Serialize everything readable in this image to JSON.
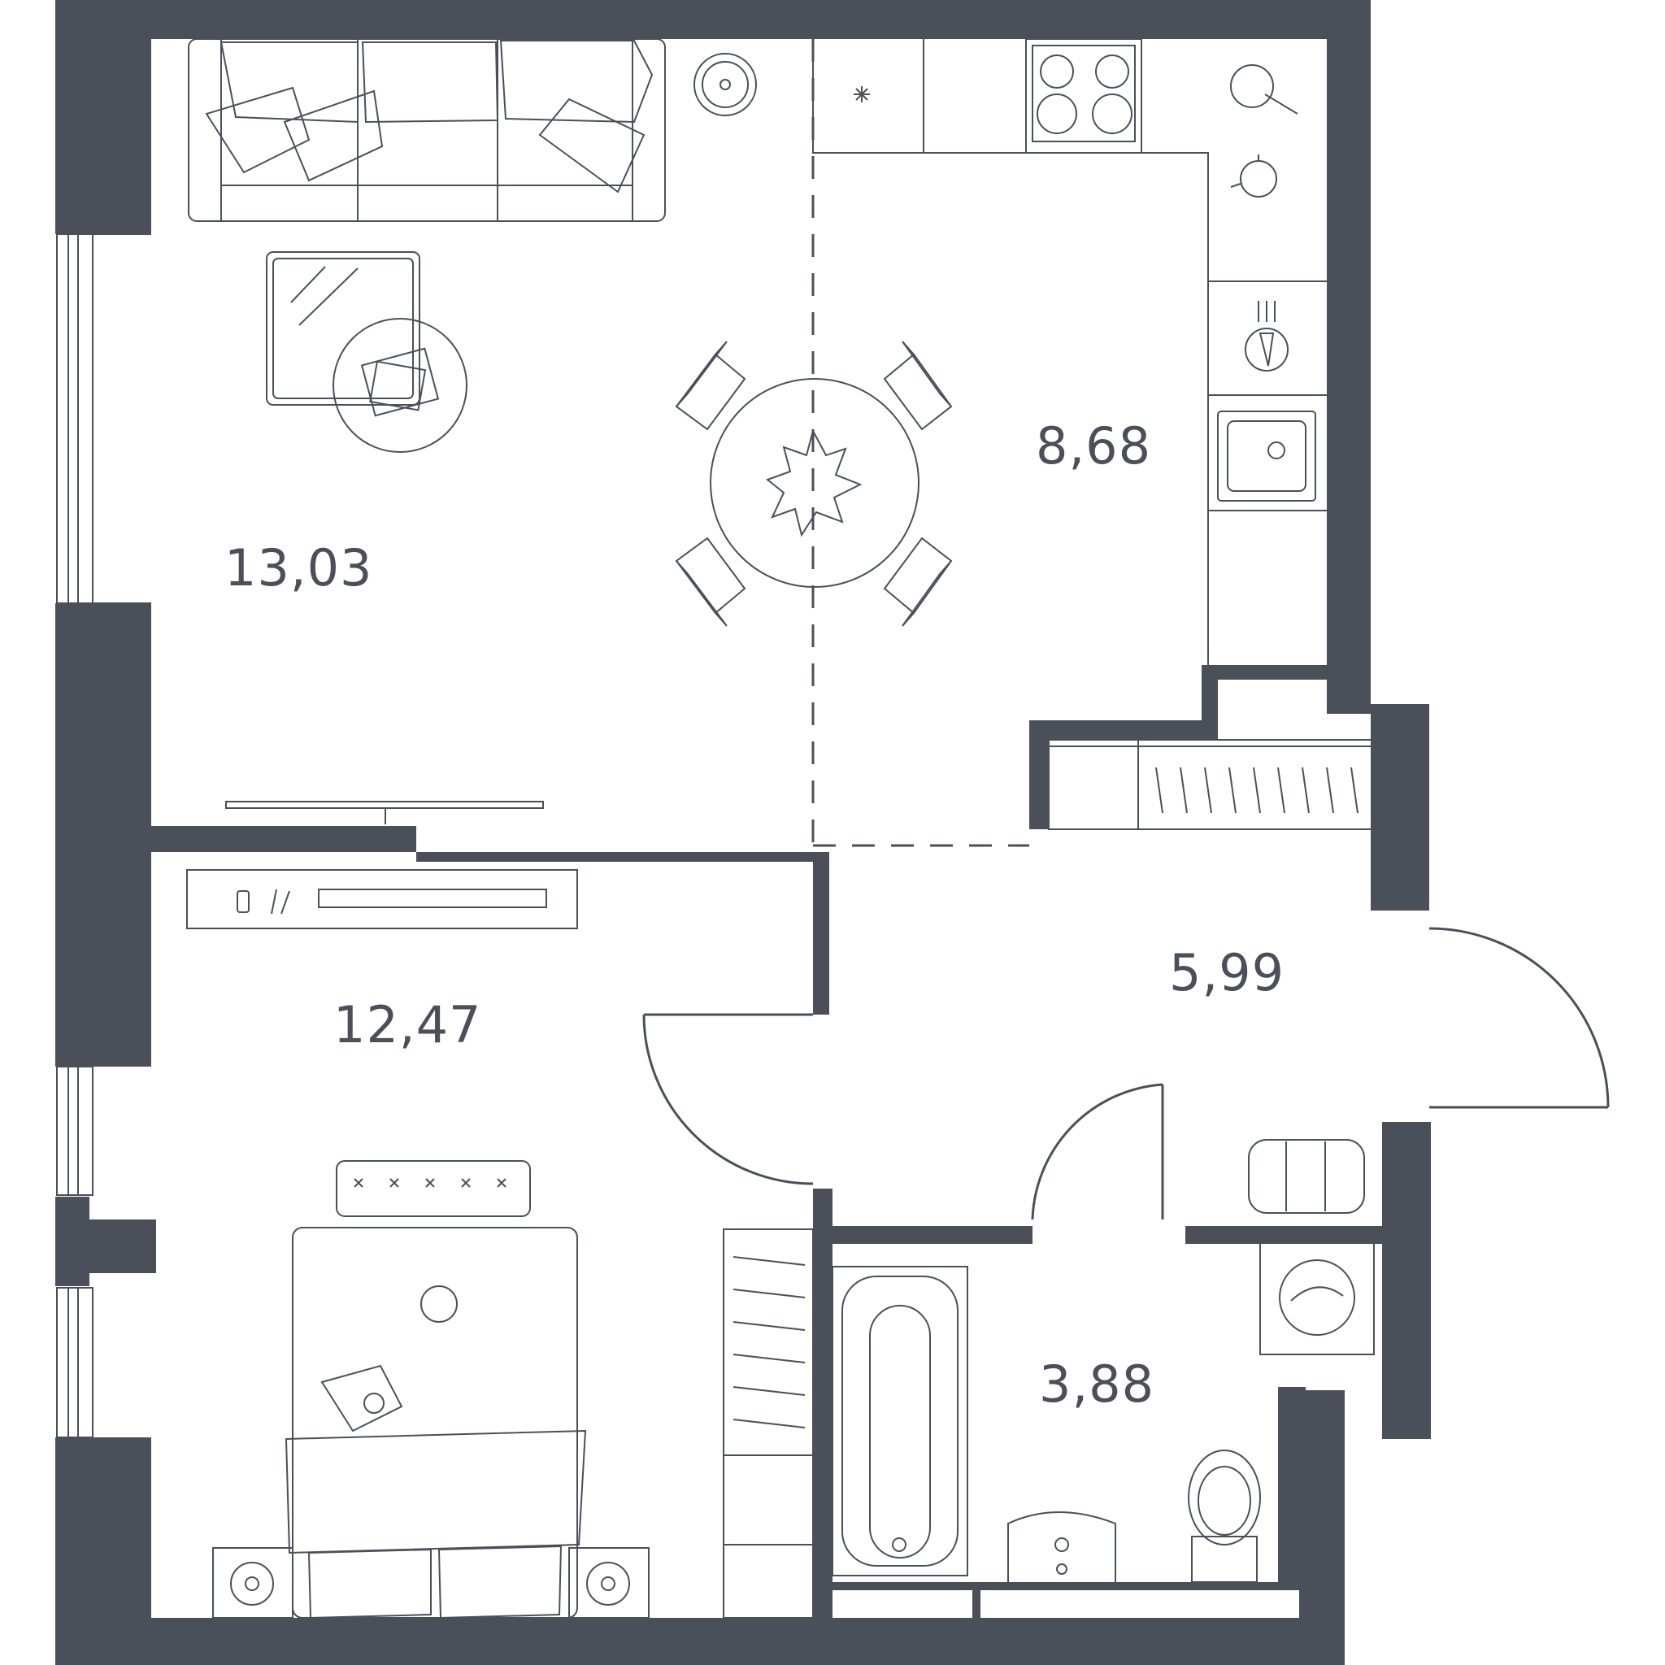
{
  "floorplan": {
    "rooms": [
      {
        "id": "living-room",
        "area": "13,03"
      },
      {
        "id": "kitchen",
        "area": "8,68"
      },
      {
        "id": "hallway",
        "area": "5,99"
      },
      {
        "id": "bedroom",
        "area": "12,47"
      },
      {
        "id": "bathroom",
        "area": "3,88"
      }
    ],
    "colors": {
      "wall": "#4b4f5a",
      "line": "#4b4f5a",
      "background": "#ffffff"
    }
  }
}
